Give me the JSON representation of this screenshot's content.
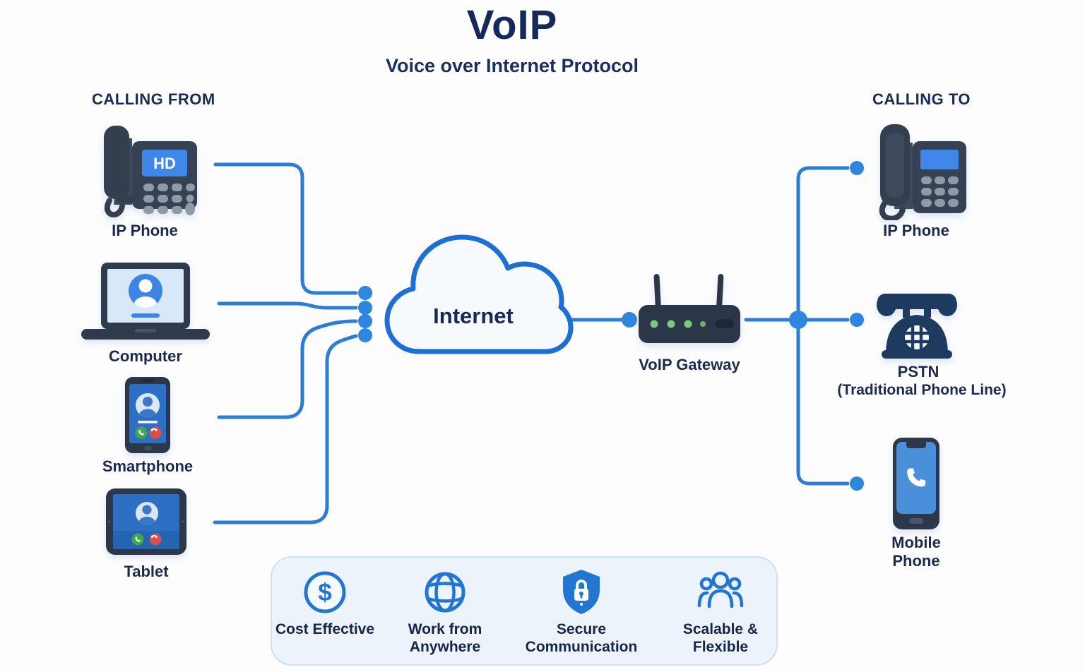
{
  "title": "VoIP",
  "subtitle": "Voice over Internet Protocol",
  "calling_from": {
    "heading": "CALLING FROM",
    "devices": [
      {
        "name": "ip-phone",
        "label": "IP Phone",
        "screen_text": "HD"
      },
      {
        "name": "computer",
        "label": "Computer"
      },
      {
        "name": "smartphone",
        "label": "Smartphone"
      },
      {
        "name": "tablet",
        "label": "Tablet"
      }
    ]
  },
  "network": {
    "cloud_label": "Internet",
    "gateway_label": "VoIP Gateway"
  },
  "calling_to": {
    "heading": "CALLING TO",
    "devices": [
      {
        "name": "ip-phone",
        "label": "IP Phone"
      },
      {
        "name": "pstn-phone",
        "label": "PSTN",
        "sublabel": "(Traditional Phone Line)"
      },
      {
        "name": "mobile-phone",
        "label": "Mobile Phone"
      }
    ]
  },
  "benefits": [
    {
      "icon": "dollar-circle-icon",
      "label": "Cost Effective"
    },
    {
      "icon": "globe-icon",
      "label": "Work from Anywhere"
    },
    {
      "icon": "shield-lock-icon",
      "label": "Secure Communication"
    },
    {
      "icon": "people-icon",
      "label": "Scalable & Flexible"
    }
  ],
  "colors": {
    "wire_blue": "#2b7dd8",
    "dot_blue": "#2e86de",
    "navy": "#16295a",
    "device_slate": "#34414f",
    "screen_blue": "#3f87e8",
    "benefit_blue": "#2176d2",
    "led_green": "#79c87c",
    "call_green": "#43a74d",
    "call_red": "#d8504b",
    "bar_bg": "#edf3fb"
  }
}
